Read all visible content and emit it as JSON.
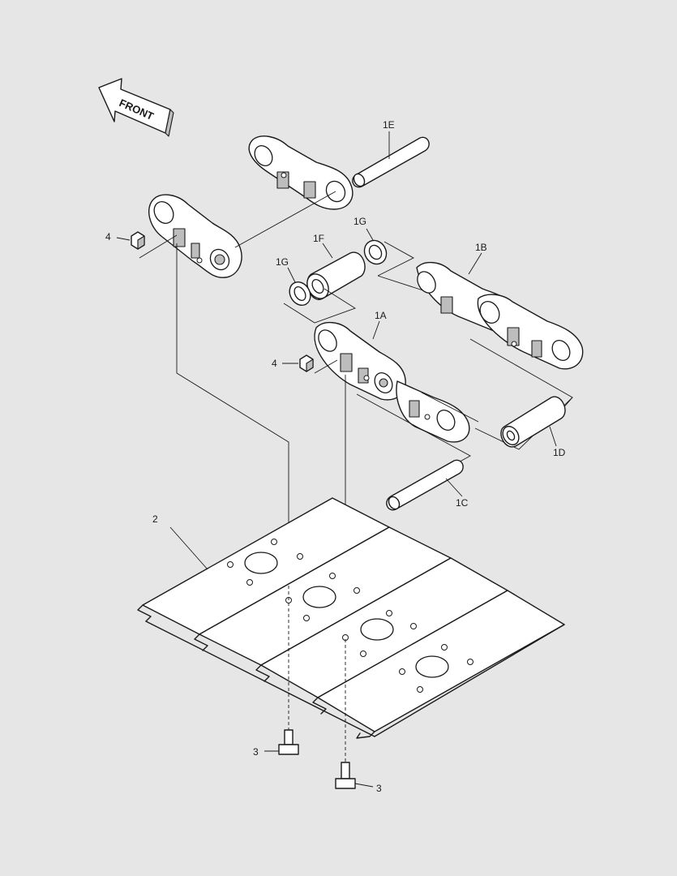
{
  "direction_label": "FRONT",
  "callouts": {
    "c_1A": "1A",
    "c_1B": "1B",
    "c_1C": "1C",
    "c_1D": "1D",
    "c_1E": "1E",
    "c_1F": "1F",
    "c_1G_upper": "1G",
    "c_1G_lower": "1G",
    "c_2": "2",
    "c_3_left": "3",
    "c_3_right": "3",
    "c_4_upper": "4",
    "c_4_lower": "4"
  }
}
